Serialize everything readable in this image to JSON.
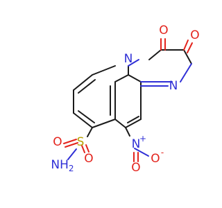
{
  "molecule": {
    "atoms": {
      "n_top": "N",
      "o_top": "O",
      "o_right": "O",
      "n_right": "N",
      "s": "S",
      "o_s_left": "O",
      "o_s_bottom": "O",
      "nh2": "NH",
      "nh2_sub": "2",
      "n_nitro": "N",
      "n_nitro_charge": "+",
      "o_nitro_right": "O",
      "o_nitro_charge": "-",
      "o_nitro_bottom": "O"
    },
    "colors": {
      "carbon_bond": "#1a1a1a",
      "nitrogen": "#2f2fd6",
      "oxygen": "#e3231c",
      "sulfur": "#b8a100"
    }
  }
}
